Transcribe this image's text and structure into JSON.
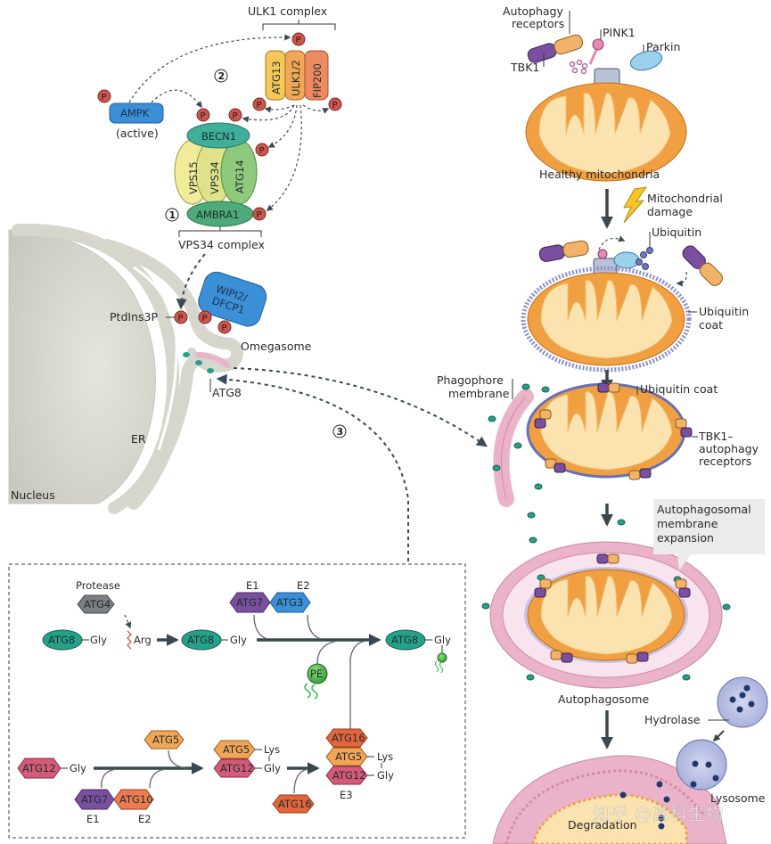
{
  "ulk1_complex": {
    "title": "ULK1 complex",
    "members": [
      "ATG13",
      "ULK1/2",
      "FIP200"
    ]
  },
  "vps34_complex": {
    "title": "VPS34 complex",
    "top": "BECN1",
    "members": [
      "VPS15",
      "VPS34",
      "ATG14"
    ],
    "bottom": "AMBRA1"
  },
  "ampk": {
    "label": "AMPK",
    "state": "(active)"
  },
  "phospho_label": "P",
  "step_numbers": [
    "1",
    "2",
    "3"
  ],
  "er_region": {
    "nucleus": "Nucleus",
    "er": "ER",
    "ptdins3p": "PtdIns3P",
    "wipi_line1": "WIPI2/",
    "wipi_line2": "DFCP1",
    "omegasome": "Omegasome",
    "atg8": "ATG8"
  },
  "conjugation_box": {
    "protease_label": "Protease",
    "atg4": "ATG4",
    "atg8": "ATG8",
    "gly": "Gly",
    "arg": "Arg",
    "lys": "Lys",
    "e1": "E1",
    "e2": "E2",
    "e3": "E3",
    "atg7": "ATG7",
    "atg3": "ATG3",
    "pe": "PE",
    "atg12": "ATG12",
    "atg5": "ATG5",
    "atg10": "ATG10",
    "atg16": "ATG16"
  },
  "mitophagy": {
    "autophagy_receptors_line1": "Autophagy",
    "autophagy_receptors_line2": "receptors",
    "tbk1": "TBK1",
    "pink1": "PINK1",
    "parkin": "Parkin",
    "plus": "+++",
    "healthy": "Healthy mitochondria",
    "damage_line1": "Mitochondrial",
    "damage_line2": "damage",
    "ubiquitin": "Ubiquitin",
    "ubiquitin_coat_line1": "Ubiquitin",
    "ubiquitin_coat_line2": "coat",
    "phagophore_line1": "Phagophore",
    "phagophore_line2": "membrane",
    "ubiquitin_coat2": "Ubiquitin coat",
    "tbk1_receptors_line1": "TBK1–",
    "tbk1_receptors_line2": "autophagy",
    "tbk1_receptors_line3": "receptors",
    "expansion_line1": "Autophagosomal",
    "expansion_line2": "membrane",
    "expansion_line3": "expansion",
    "autophagosome": "Autophagosome",
    "hydrolase": "Hydrolase",
    "lysosome": "Lysosome",
    "degradation": "Degradation"
  },
  "watermark": "知乎 @高科生物",
  "colors": {
    "phospho": "#c9574e",
    "ampk": "#3b8fd6",
    "becn1": "#3fae9a",
    "vps15": "#f0ec9a",
    "vps34": "#dfe28a",
    "atg14": "#8fca7c",
    "ambra1": "#4eaa7a",
    "atg13": "#f6c85a",
    "ulk": "#f0a858",
    "fip200": "#ec8a62",
    "mito_outer": "#f0a040",
    "mito_inner": "#fbe3b0",
    "er": "#d9d9d0",
    "phagophore": "#eab3c9",
    "atg8": "#25a08a",
    "tbk1": "#7a4fa0",
    "receptor": "#f2b26a",
    "lysosome": "#a9b0dc"
  }
}
